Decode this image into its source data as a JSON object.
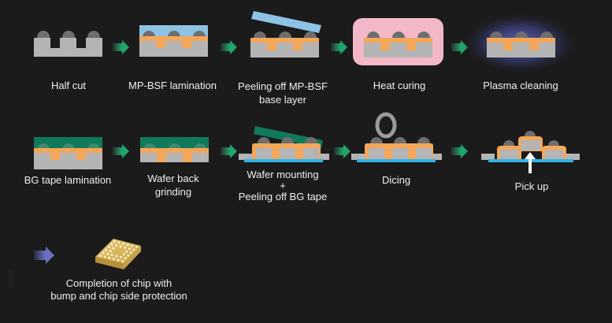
{
  "colors": {
    "background": "#1b1b1b",
    "wafer": "#b4b4b4",
    "bump": "#6e6e6e",
    "mp_bsf": "#f3a75a",
    "mp_bsf_base": "#8ec2e4",
    "bg_tape": "#10795a",
    "dicing_tape": "#2fb5e8",
    "heat": "#f2b8c8",
    "plasma": "#5a5fa8",
    "arrow_green": "#1fa56b",
    "arrow_final": "#6a6fc0",
    "chip": "#d6b458",
    "text": "#efefef"
  },
  "steps": [
    {
      "label": "Half cut"
    },
    {
      "label": "MP-BSF lamination"
    },
    {
      "label_lines": [
        "Peeling off MP-BSF",
        "base layer"
      ]
    },
    {
      "label": "Heat curing"
    },
    {
      "label": "Plasma cleaning"
    },
    {
      "label": "BG tape lamination"
    },
    {
      "label_lines": [
        "Wafer back",
        "grinding"
      ]
    },
    {
      "label_lines": [
        "Wafer mounting",
        "+",
        "Peeling off BG tape"
      ]
    },
    {
      "label": "Dicing"
    },
    {
      "label": "Pick up"
    },
    {
      "label_lines": [
        "Completion of chip with",
        "bump and chip side protection"
      ]
    }
  ]
}
